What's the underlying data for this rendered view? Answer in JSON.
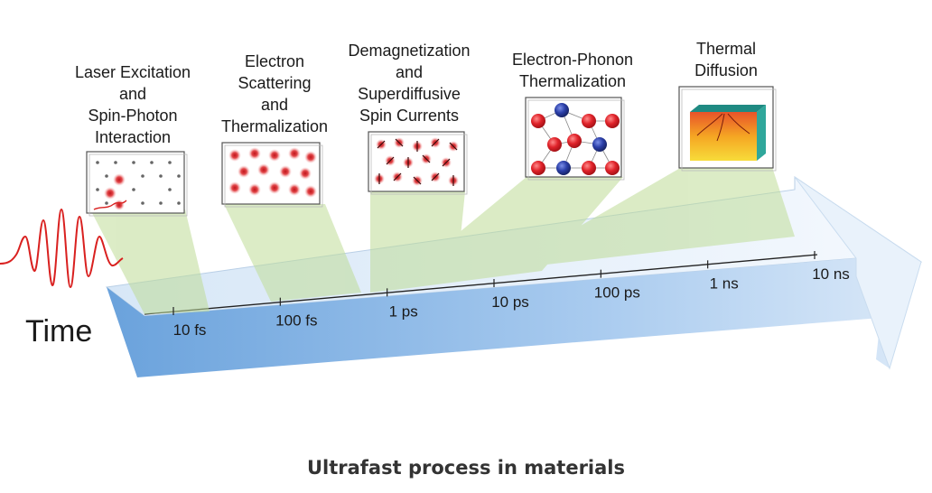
{
  "axis_label": "Time",
  "ticks": [
    "10 fs",
    "100 fs",
    "1 ps",
    "10 ps",
    "100 ps",
    "1 ns",
    "10 ns"
  ],
  "stages": [
    {
      "lines": [
        "Laser Excitation",
        "and",
        "Spin-Photon",
        "Interaction"
      ],
      "icon": "laser-excitation-lattice-icon"
    },
    {
      "lines": [
        "Electron",
        "Scattering",
        "and",
        "Thermalization"
      ],
      "icon": "electron-scattering-lattice-icon"
    },
    {
      "lines": [
        "Demagnetization",
        "and",
        "Superdiffusive",
        "Spin Currents"
      ],
      "icon": "spin-currents-lattice-icon"
    },
    {
      "lines": [
        "Electron-Phonon",
        "Thermalization"
      ],
      "icon": "electron-phonon-lattice-icon"
    },
    {
      "lines": [
        "Thermal",
        "Diffusion"
      ],
      "icon": "thermal-diffusion-block-icon"
    }
  ],
  "caption": "Ultrafast process in materials",
  "colors": {
    "arrow_top": "#e3eef9",
    "arrow_front": "#7fb0e3",
    "beam": "#cfe5b0",
    "laser_pulse": "#d9201f",
    "electron": "#d8262b",
    "ion_blue": "#2a3f9c"
  }
}
